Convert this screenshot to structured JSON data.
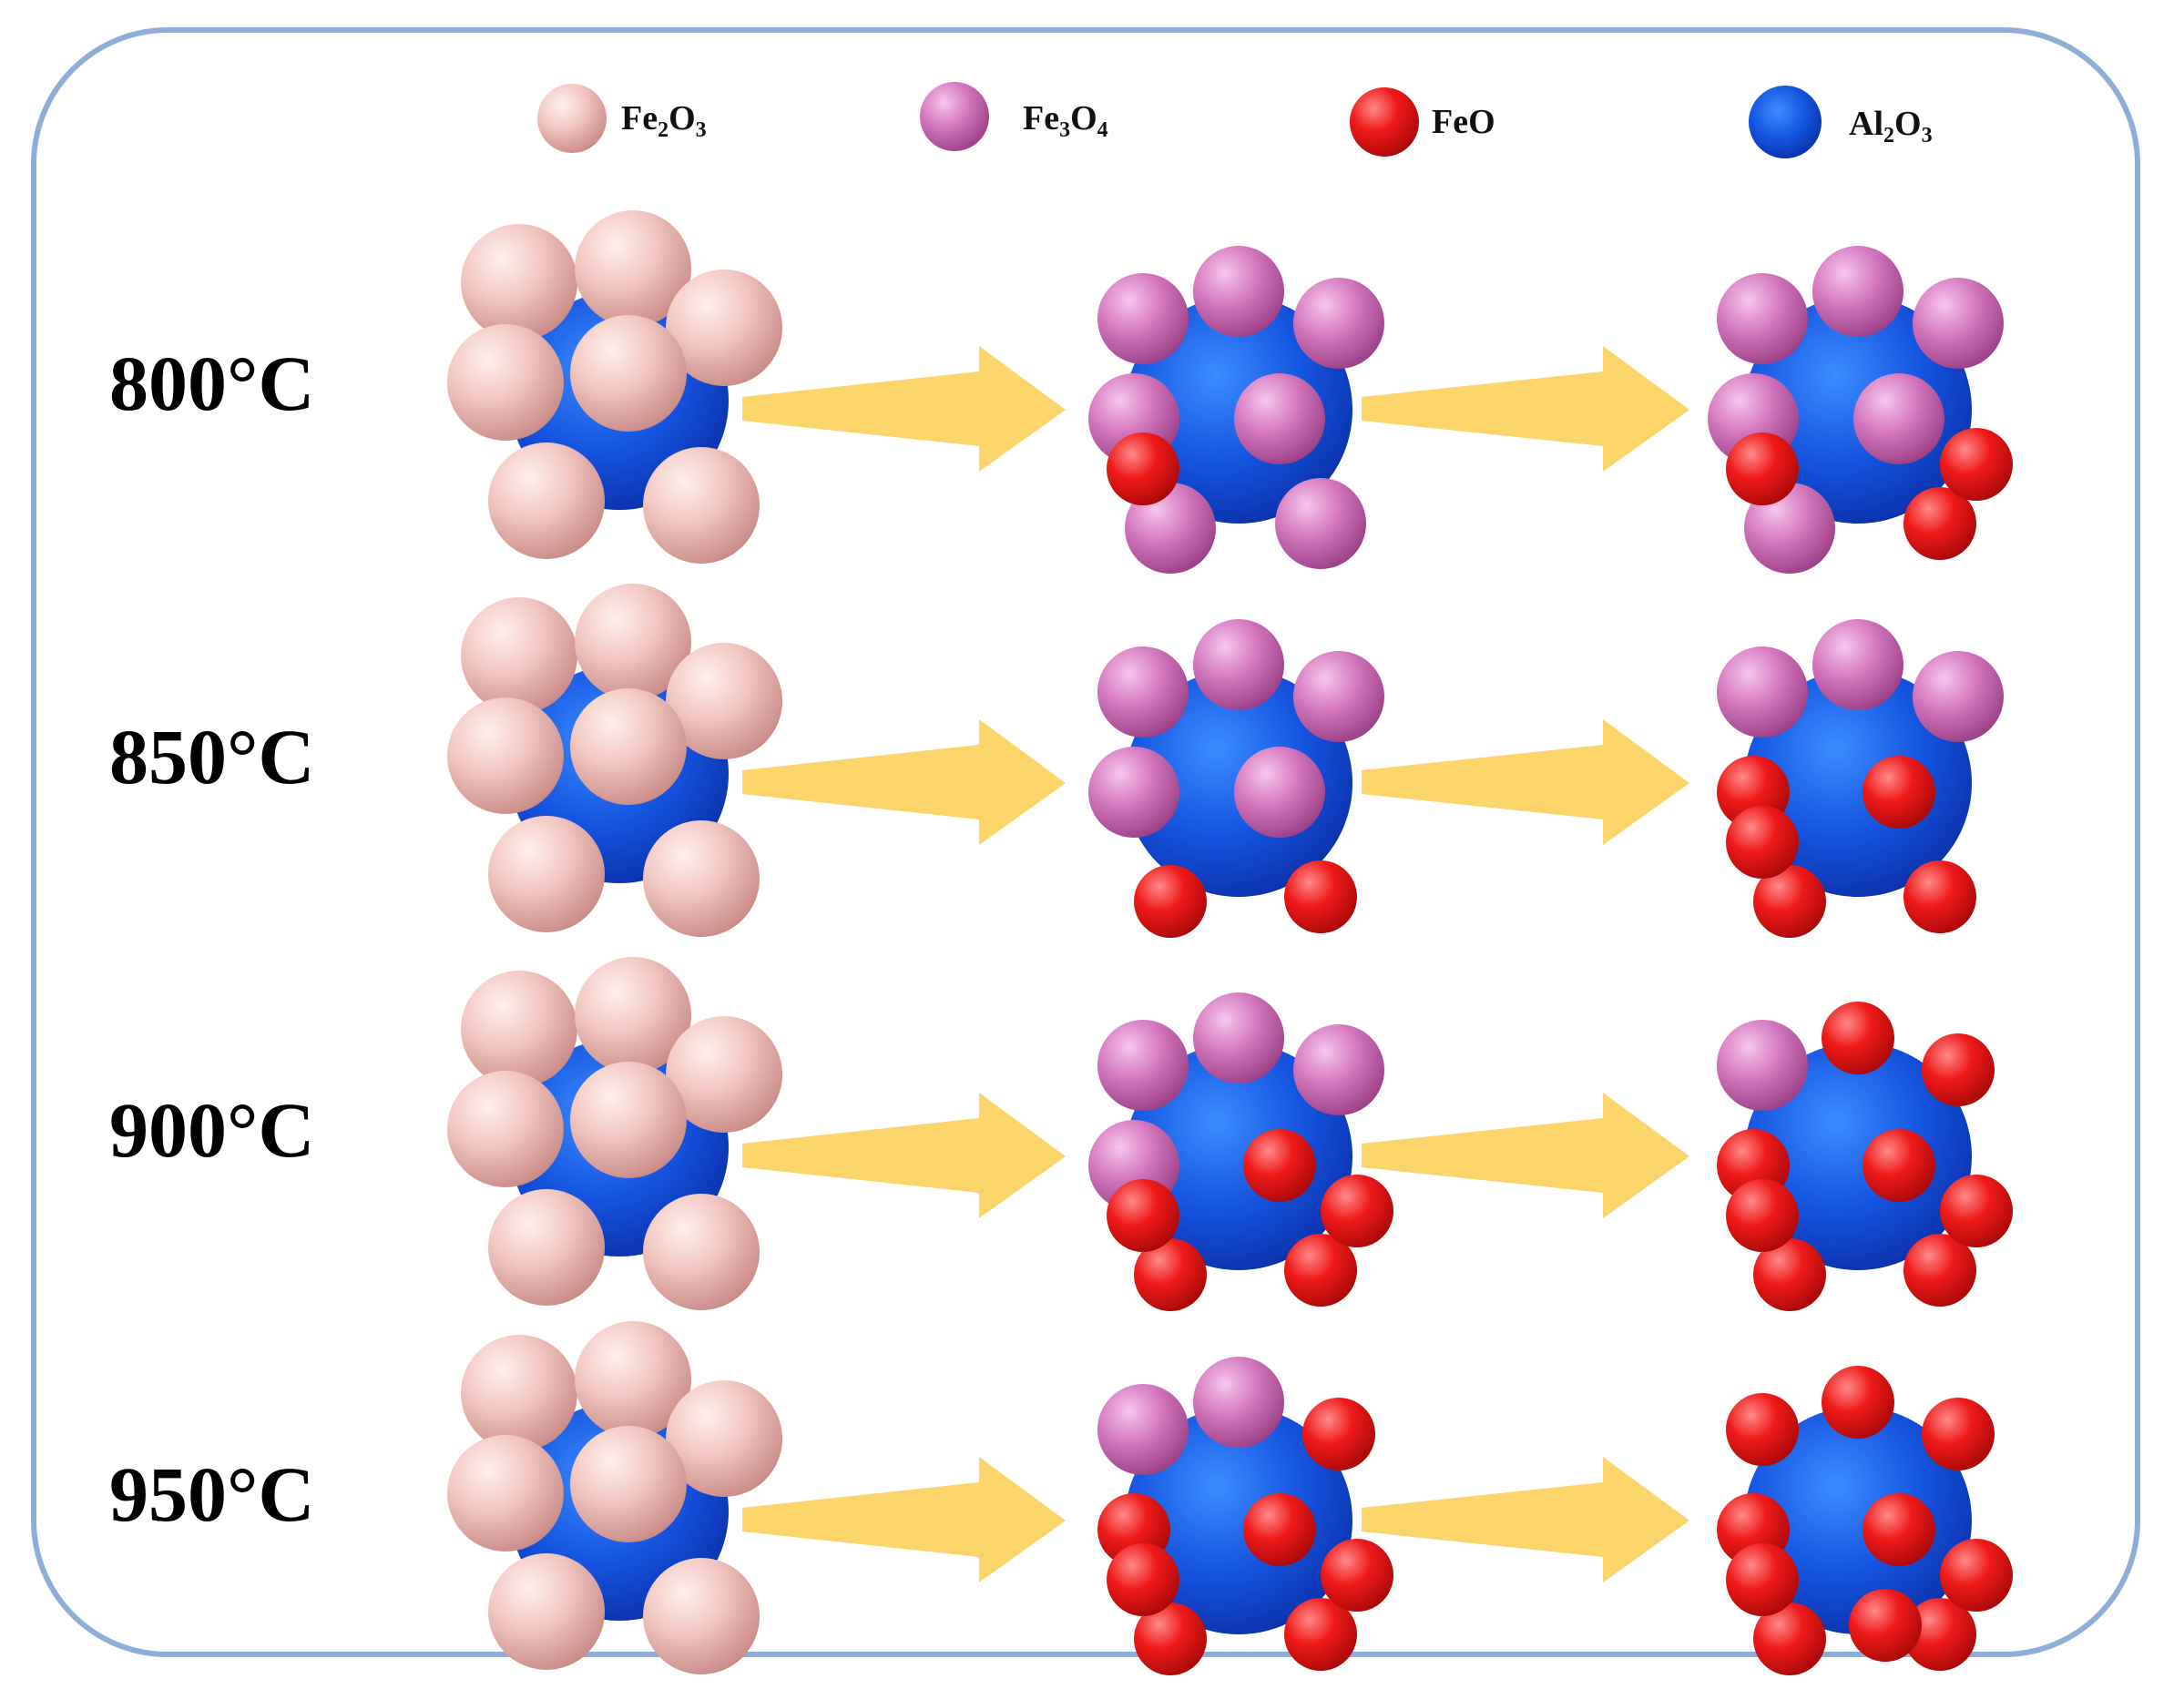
{
  "legend": {
    "items": [
      {
        "key": "fe2o3",
        "formula": "Fe",
        "sub1": "2",
        "mid": "O",
        "sub2": "3",
        "color": "#f2c4c0"
      },
      {
        "key": "fe3o4",
        "formula": "Fe",
        "sub1": "3",
        "mid": "O",
        "sub2": "4",
        "color": "#d77bc0"
      },
      {
        "key": "feo",
        "formula": "FeO",
        "sub1": "",
        "mid": "",
        "sub2": "",
        "color": "#ee1c24"
      },
      {
        "key": "al2o3",
        "formula": "Al",
        "sub1": "2",
        "mid": "O",
        "sub2": "3",
        "color": "#1d5be0"
      }
    ]
  },
  "rows": [
    {
      "temperature": "800°C",
      "stage2_red": 1,
      "stage2_pink": 7,
      "stage3_red": 3,
      "stage3_pink": 6
    },
    {
      "temperature": "850°C",
      "stage2_red": 2,
      "stage2_pink": 5,
      "stage3_red": 5,
      "stage3_pink": 3
    },
    {
      "temperature": "900°C",
      "stage2_red": 5,
      "stage2_pink": 4,
      "stage3_red": 8,
      "stage3_pink": 1
    },
    {
      "temperature": "950°C",
      "stage2_red": 7,
      "stage2_pink": 2,
      "stage3_red": 10,
      "stage3_pink": 0
    }
  ],
  "colors": {
    "frame": "#8fadd8",
    "arrow": "#fbd46a",
    "fe2o3": "#f2c4c0",
    "fe3o4": "#d77bc0",
    "feo": "#ee1c24",
    "al2o3": "#1d5be0"
  }
}
